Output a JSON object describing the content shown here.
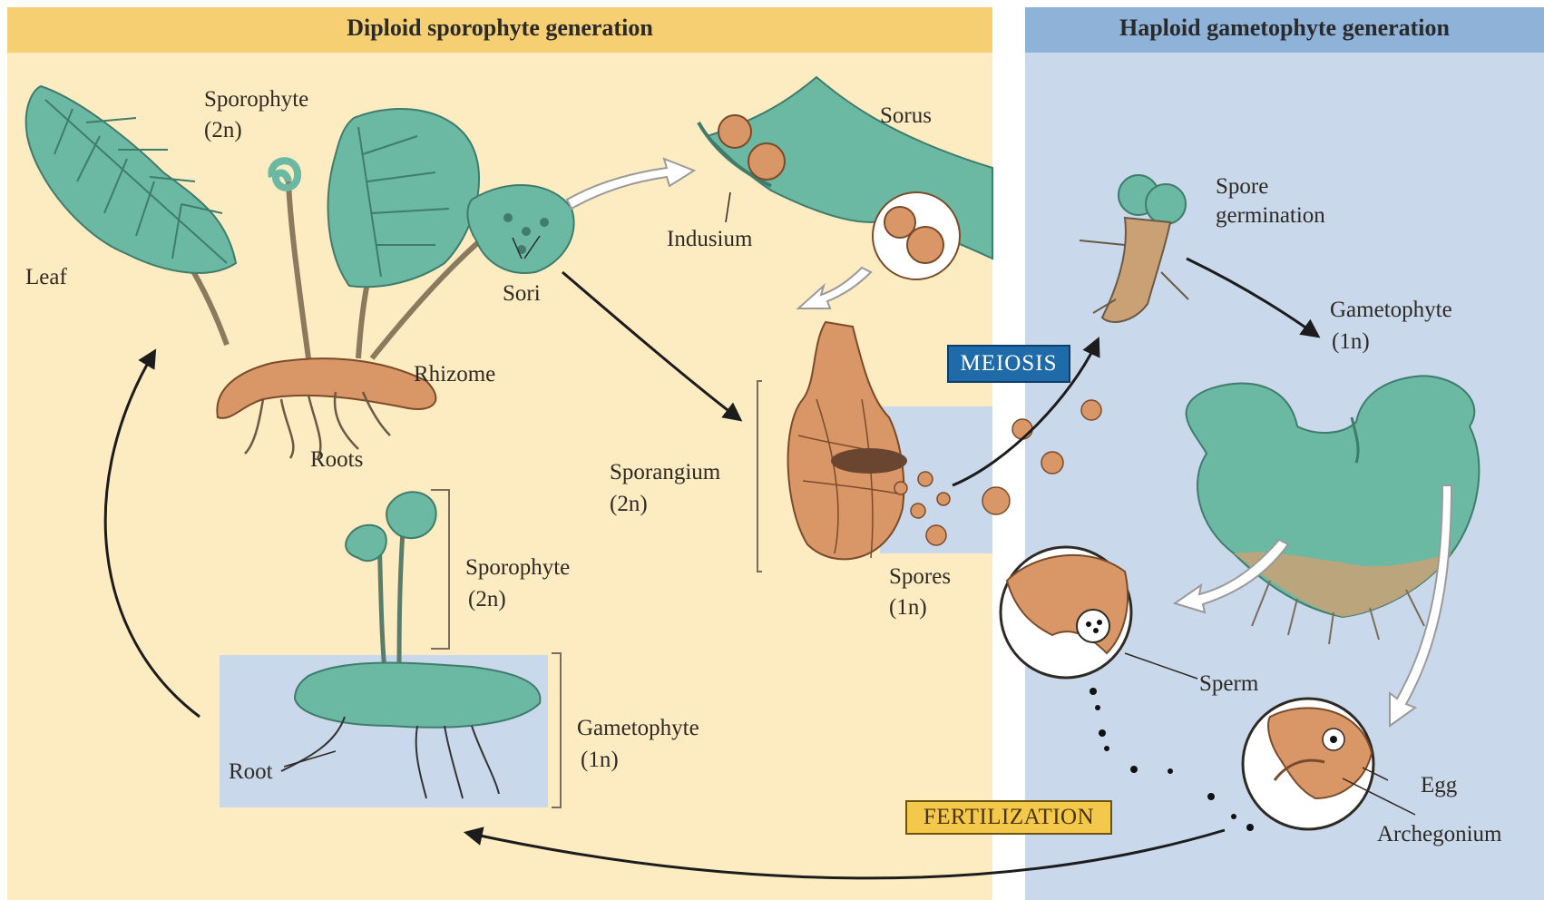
{
  "headers": {
    "diploid": "Diploid sporophyte generation",
    "haploid": "Haploid gametophyte generation"
  },
  "labels": {
    "sporophyte_top": "Sporophyte",
    "sporophyte_top_ploidy": "(2n)",
    "leaf": "Leaf",
    "rhizome": "Rhizome",
    "roots": "Roots",
    "sori": "Sori",
    "sorus": "Sorus",
    "indusium": "Indusium",
    "sporangium": "Sporangium",
    "sporangium_ploidy": "(2n)",
    "spores": "Spores",
    "spores_ploidy": "(1n)",
    "sporophyte_young": "Sporophyte",
    "sporophyte_young_ploidy": "(2n)",
    "gametophyte_bottom": "Gametophyte",
    "gametophyte_bottom_ploidy": "(1n)",
    "root": "Root",
    "spore_germination_1": "Spore",
    "spore_germination_2": "germination",
    "gametophyte_right": "Gametophyte",
    "gametophyte_right_ploidy": "(1n)",
    "sperm": "Sperm",
    "egg": "Egg",
    "archegonium": "Archegonium"
  },
  "tags": {
    "meiosis": "MEIOSIS",
    "fertilization": "FERTILIZATION"
  },
  "colors": {
    "diploid_bg": "#fdebc2",
    "haploid_bg": "#c9d8ea",
    "diploid_header": "#f6cf72",
    "haploid_header": "#8fb2d8",
    "leaf_green": "#6bb8a3",
    "tissue_orange": "#d99666",
    "arrow": "#1c1c1c"
  }
}
